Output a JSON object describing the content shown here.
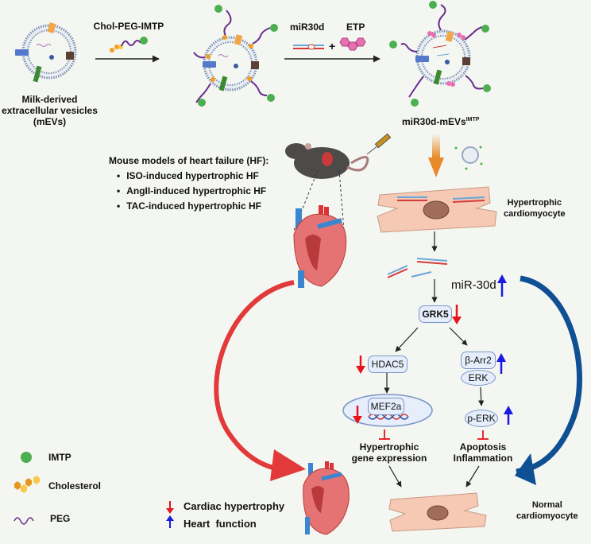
{
  "steps": {
    "mevs_label": "Milk-derived extracellular vesicles (mEVs)",
    "mevs_line1": "Milk-derived",
    "mevs_line2": "extracellular vesicles",
    "mevs_line3": "(mEVs)",
    "reagent1": "Chol-PEG-IMTP",
    "reagent2a": "miR30d",
    "reagent2b": "ETP",
    "plus": "+",
    "product": "miR30d-mEVs",
    "product_sup": "IMTP"
  },
  "models": {
    "title": "Mouse models of heart failure (HF):",
    "items": [
      "ISO-induced hypertrophic HF",
      "AngII-induced hypertrophic HF",
      "TAC-induced hypertrophic HF"
    ]
  },
  "cells": {
    "hypertrophic_line1": "Hypertrophic",
    "hypertrophic_line2": "cardiomyocyte",
    "normal_line1": "Normal",
    "normal_line2": "cardiomyocyte"
  },
  "pathway": {
    "mir": "miR-30d",
    "grk5": "GRK5",
    "hdac5": "HDAC5",
    "mef2a": "MEF2a",
    "barr2": "β-Arr2",
    "erk": "ERK",
    "perk": "p-ERK",
    "out1_line1": "Hypertrophic",
    "out1_line2": "gene expression",
    "out2_line1": "Apoptosis",
    "out2_line2": "Inflammation"
  },
  "legend": {
    "imtp": "IMTP",
    "cholesterol": "Cholesterol",
    "peg": "PEG",
    "down": "Cardiac hypertrophy",
    "up": "Heart  function"
  },
  "colors": {
    "imtp_green": "#4caf50",
    "peg_purple": "#6a2c8e",
    "cholesterol_orange": "#f0a020",
    "down_red": "#e8141c",
    "up_blue": "#1a1ae0",
    "red_arrow": "#e23a3a",
    "blue_arrow": "#0f4f93",
    "orange_arrow": "#e88a2a"
  }
}
